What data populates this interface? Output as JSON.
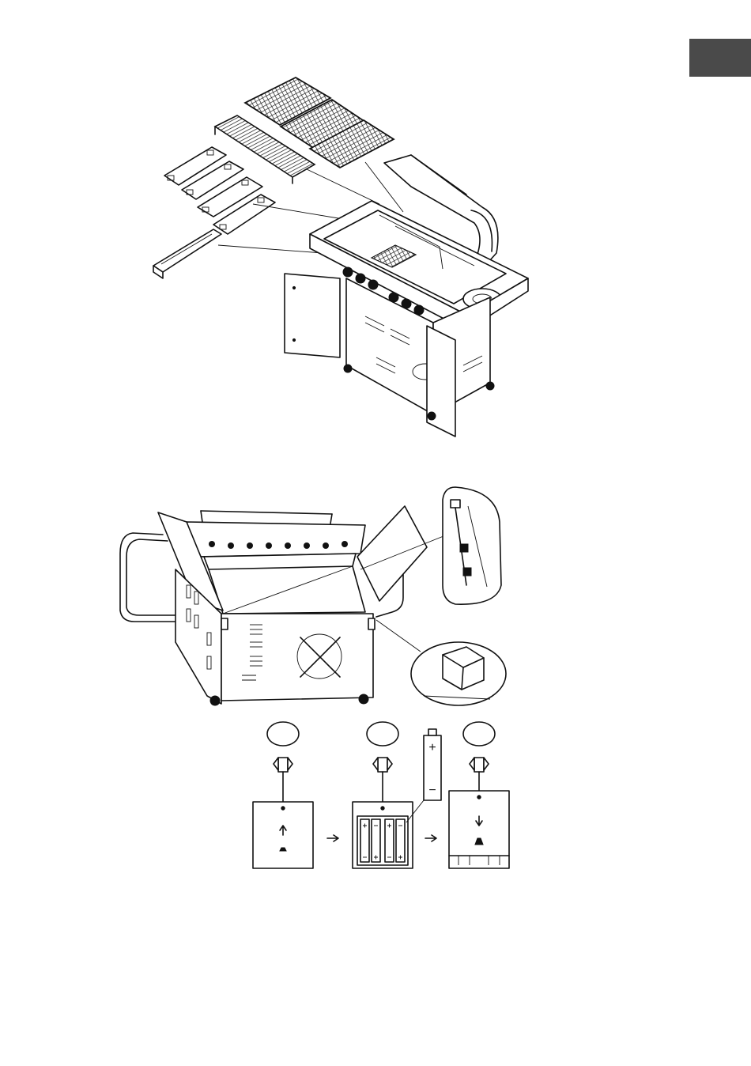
{
  "page": {
    "tab_color": "#4a4a4a",
    "ink_color": "#111111",
    "paper_color": "#ffffff"
  },
  "figures": {
    "exploded_grill": {
      "icons": [
        "cooking-grate-icon",
        "warming-rack-icon",
        "flame-tamer-icon",
        "drip-tray-icon",
        "grill-body-icon"
      ]
    },
    "ignition_battery": {
      "icons": [
        "grill-cart-icon",
        "ignition-wire-detail-icon",
        "battery-bracket-detail-icon"
      ]
    },
    "battery_steps": {
      "battery_symbols": {
        "positive": "+",
        "negative": "−"
      },
      "steps": [
        {
          "step_circle": "",
          "icon": "battery-box-closed-icon",
          "arrow": "up"
        },
        {
          "step_circle": "",
          "icon": "battery-box-open-icon",
          "arrow": "none"
        },
        {
          "step_circle": "",
          "icon": "battery-box-closing-icon",
          "arrow": "down"
        }
      ]
    }
  }
}
